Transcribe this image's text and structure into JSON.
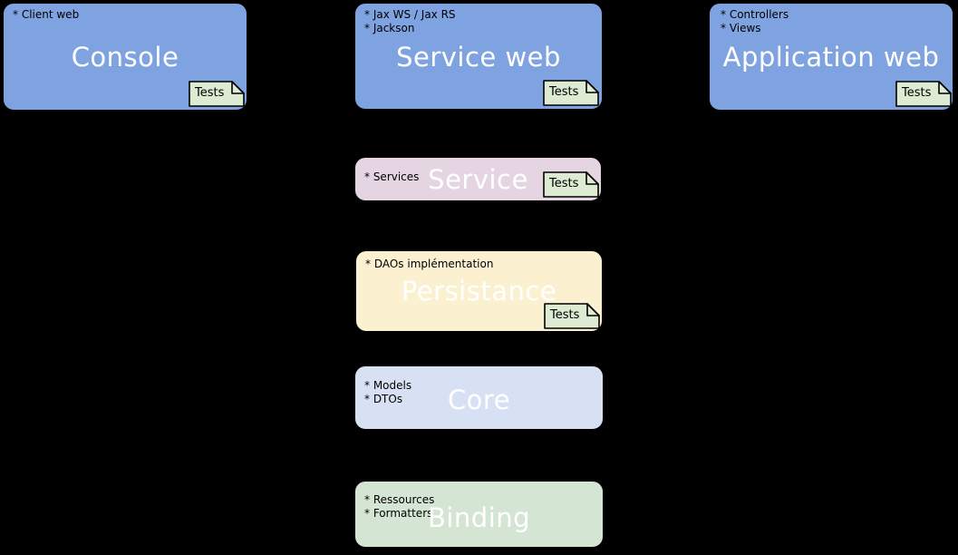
{
  "diagram": {
    "background_color": "#000000",
    "title_text_color": "#FFFFFF",
    "bullet_text_color": "#000000",
    "border_color": "#000000",
    "note_fill_color": "#DDEBD2",
    "boxes": [
      {
        "id": "console",
        "title": "Console",
        "bullets": [
          "* Client web"
        ],
        "note": "Tests",
        "fill": "#7FA3E0"
      },
      {
        "id": "service-web",
        "title": "Service web",
        "bullets": [
          "* Jax WS / Jax RS",
          "* Jackson"
        ],
        "note": "Tests",
        "fill": "#7FA3E0"
      },
      {
        "id": "application-web",
        "title": "Application web",
        "bullets": [
          "* Controllers",
          "* Views"
        ],
        "note": "Tests",
        "fill": "#7FA3E0"
      },
      {
        "id": "service",
        "title": "Service",
        "bullets": [
          "* Services"
        ],
        "note": "Tests",
        "fill": "#E5D4E1"
      },
      {
        "id": "persistance",
        "title": "Persistance",
        "bullets": [
          "* DAOs implémentation"
        ],
        "note": "Tests",
        "fill": "#FBF1D0"
      },
      {
        "id": "core",
        "title": "Core",
        "bullets": [
          "* Models",
          "* DTOs"
        ],
        "fill": "#D7E1F3"
      },
      {
        "id": "binding",
        "title": "Binding",
        "bullets": [
          "* Ressources",
          "* Formatters"
        ],
        "fill": "#D5E5D3"
      }
    ]
  }
}
